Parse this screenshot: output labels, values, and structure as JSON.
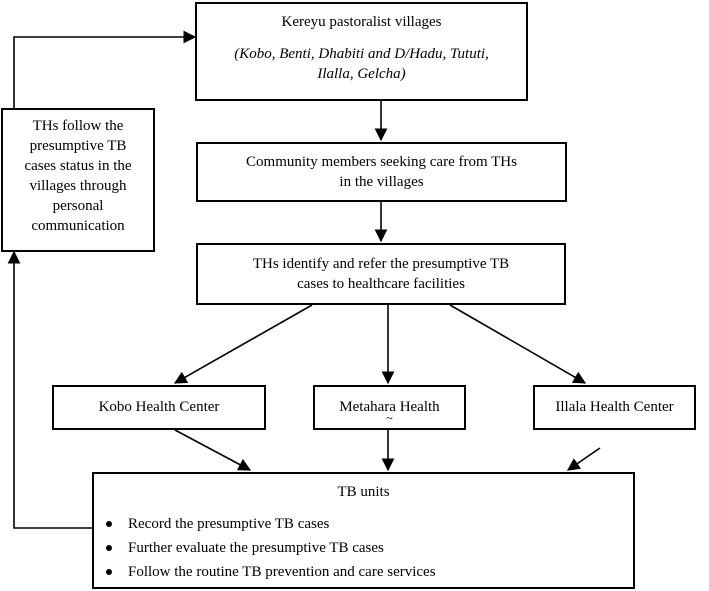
{
  "villages": {
    "title": "Kereyu pastoralist villages",
    "names_line1": "(Kobo, Benti, Dhabiti and D/Hadu, Tututi,",
    "names_line2": "Ilalla, Gelcha)"
  },
  "seeking": {
    "line1": "Community members seeking care from THs",
    "line2": "in the villages"
  },
  "identify": {
    "line1": "THs identify and refer the presumptive TB",
    "line2": "cases to healthcare facilities"
  },
  "follow": {
    "line1": "THs follow the",
    "line2": "presumptive TB",
    "line3": "cases status in the",
    "line4": "villages through",
    "line5": "personal",
    "line6": "communication"
  },
  "facilities": {
    "kobo": "Kobo Health Center",
    "metahara": "Metahara Health",
    "metahara_mark": "~",
    "illala": "Illala Health Center"
  },
  "tb_units": {
    "title": "TB units",
    "items": [
      "Record the presumptive TB cases",
      "Further evaluate the presumptive TB cases",
      "Follow the routine TB prevention and care services"
    ]
  }
}
